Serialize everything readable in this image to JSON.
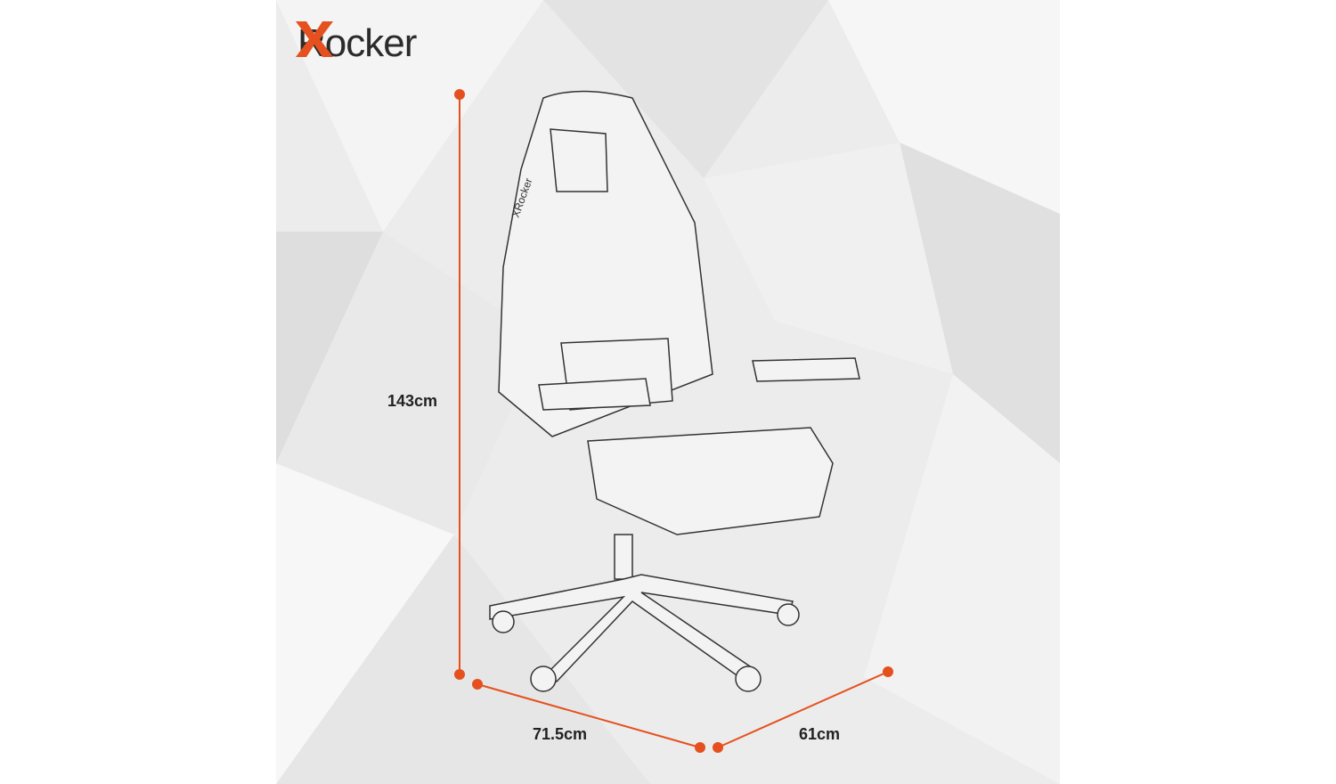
{
  "brand": {
    "logo_text": "XRocker",
    "logo_x_color": "#e5501e"
  },
  "dimensions": {
    "height": "143cm",
    "width": "71.5cm",
    "depth": "61cm"
  },
  "chair_label": "XRocker",
  "accent_color": "#e5501e"
}
